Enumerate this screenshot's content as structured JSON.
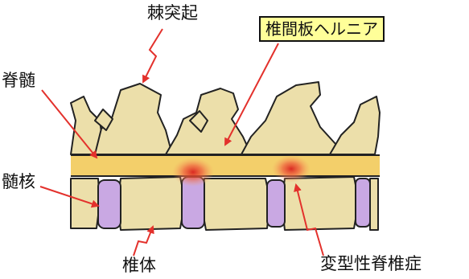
{
  "labels": {
    "spinous_process": "棘突起",
    "hernia": "椎間板ヘルニア",
    "spinal_cord": "脊髄",
    "nucleus": "髄核",
    "vertebral_body": "椎体",
    "degenerative": "変型性脊椎症"
  },
  "colors": {
    "bone": "#ecdfaa",
    "bone_outline": "#222222",
    "spinal_cord": "#f3cf6a",
    "disc": "#c9a8e3",
    "hernia_glow": "#e8433a",
    "arrow": "#e3312c",
    "callout_bg": "#ffff99"
  }
}
